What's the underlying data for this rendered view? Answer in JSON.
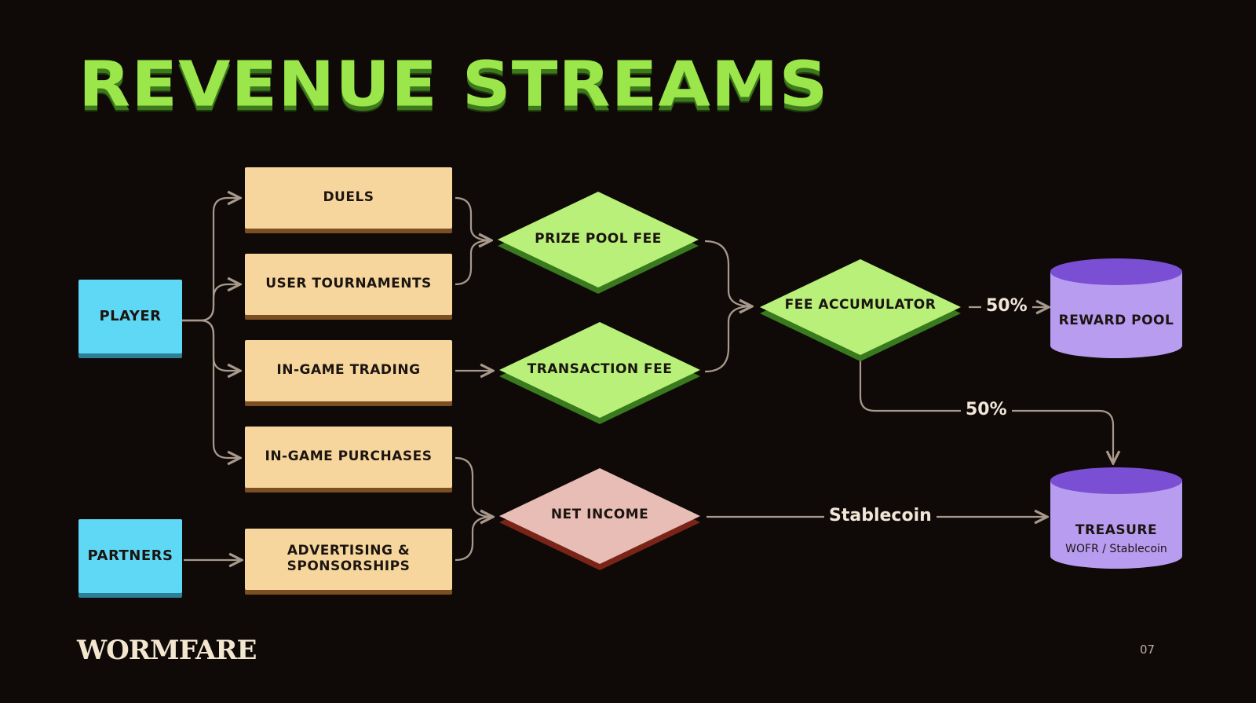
{
  "title": "REVENUE STREAMS",
  "sources": {
    "player": "PLAYER",
    "partners": "PARTNERS"
  },
  "streams": {
    "duels": "DUELS",
    "user_tournaments": "USER TOURNAMENTS",
    "in_game_trading": "IN-GAME TRADING",
    "in_game_purchases": "IN-GAME PURCHASES",
    "advertising": "ADVERTISING & SPONSORSHIPS"
  },
  "fees": {
    "prize_pool_fee": "PRIZE POOL FEE",
    "transaction_fee": "TRANSACTION FEE",
    "net_income": "NET INCOME",
    "fee_accumulator": "FEE ACCUMULATOR"
  },
  "destinations": {
    "reward_pool": "REWARD POOL",
    "treasury": "TREASURE",
    "treasury_sub": "WOFR / Stablecoin"
  },
  "edge_labels": {
    "reward_share": "50%",
    "treasury_share": "50%",
    "stablecoin": "Stablecoin"
  },
  "colors": {
    "background": "#0f0a08",
    "title": "#9be64b",
    "source_box": "#5fd8f6",
    "stream_box": "#f6d69c",
    "fee_diamond": "#b8f07a",
    "net_income_diamond": "#e8bdb5",
    "cylinder": "#b89cf0",
    "connector": "#a8998c"
  },
  "footer": {
    "logo": "WORMFARE",
    "page_number": "07"
  }
}
